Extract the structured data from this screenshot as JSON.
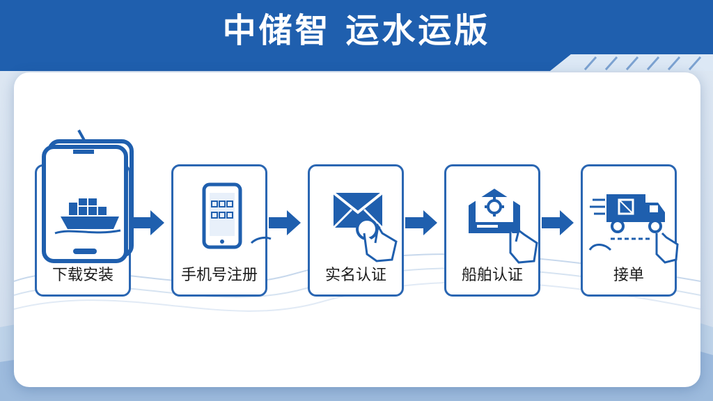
{
  "header": {
    "title": "中储智 运水运版"
  },
  "colors": {
    "primary": "#1f5fae",
    "accent": "#2a66b2",
    "light": "#dce8f5"
  },
  "steps": [
    {
      "label": "下载安装",
      "icon": "phone-ship-icon"
    },
    {
      "label": "手机号注册",
      "icon": "phone-form-icon"
    },
    {
      "label": "实名认证",
      "icon": "envelope-tap-icon"
    },
    {
      "label": "船舶认证",
      "icon": "gear-card-icon"
    },
    {
      "label": "接单",
      "icon": "truck-tap-icon"
    }
  ]
}
